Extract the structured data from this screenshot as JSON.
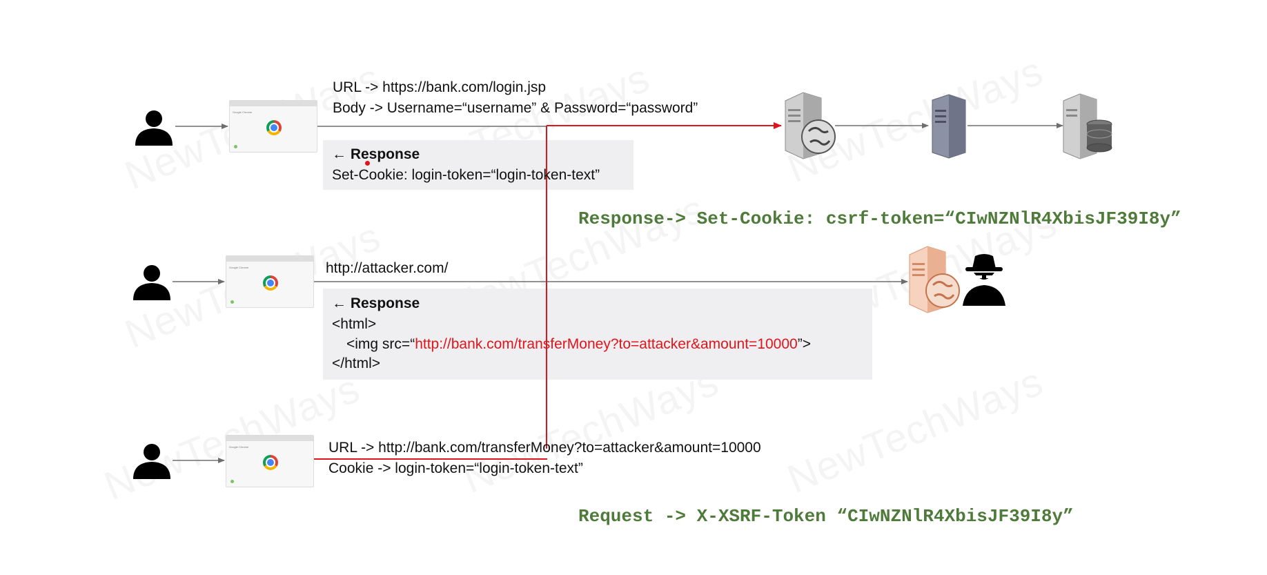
{
  "watermark": "NewTechWays",
  "flow1": {
    "request_url": "URL   -> https://bank.com/login.jsp",
    "request_body": "Body -> Username=“username” & Password=“password”",
    "response_title": "← Response",
    "response_cookie": "Set-Cookie: login-token=“login-token-text”"
  },
  "csrf_response": "Response-> Set-Cookie: csrf-token=“CIwNZNlR4XbisJF39I8y”",
  "flow2": {
    "request_url": "http://attacker.com/",
    "response_title": "← Response",
    "html_open": "<html>",
    "img_prefix": "<img src=“",
    "img_url": "http://bank.com/transferMoney?to=attacker&amount=10000",
    "img_suffix": "”>",
    "html_close": "</html>"
  },
  "flow3": {
    "request_url": "URL -> http://bank.com/transferMoney?to=attacker&amount=10000",
    "request_cookie": "Cookie -> login-token=“login-token-text”"
  },
  "csrf_request": "Request -> X-XSRF-Token “CIwNZNlR4XbisJF39I8y”",
  "icons": [
    "user-icon",
    "browser-window-icon",
    "chrome-logo-icon",
    "web-server-icon",
    "app-server-icon",
    "database-server-icon",
    "attacker-server-icon",
    "hacker-spy-icon"
  ],
  "colors": {
    "attack_line": "#e0151b",
    "flow_line": "#6e6e6e",
    "csrf_text": "#4e7a3a",
    "response_box": "#efeff1"
  }
}
